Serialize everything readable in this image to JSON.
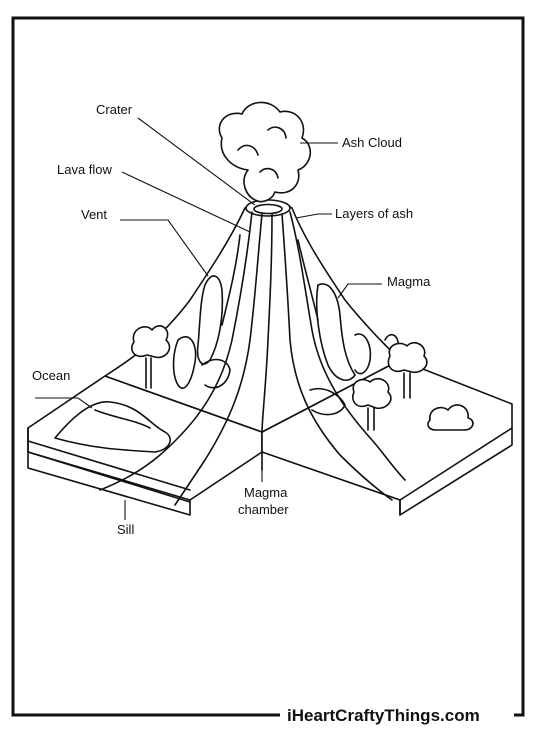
{
  "labels": {
    "crater": "Crater",
    "ash_cloud": "Ash Cloud",
    "lava_flow": "Lava flow",
    "layers_of_ash": "Layers of ash",
    "vent": "Vent",
    "magma": "Magma",
    "ocean": "Ocean",
    "magma_chamber_line1": "Magma",
    "magma_chamber_line2": "chamber",
    "sill": "Sill"
  },
  "footer": {
    "brand": "iHeartCraftyThings.com"
  }
}
